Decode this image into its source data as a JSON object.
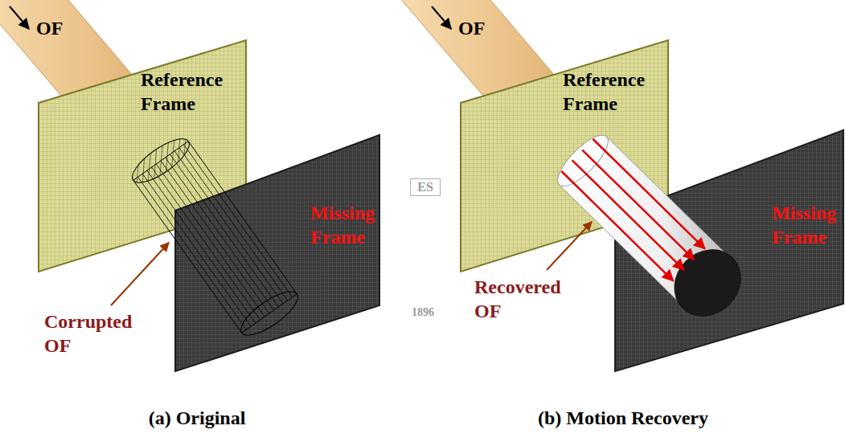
{
  "diagram": {
    "nodes": [
      {
        "text": [
          "Reference Frame"
        ]
      },
      {
        "text": [
          "Missing Frame"
        ]
      },
      {
        "text": [
          "Reference Frame"
        ]
      },
      {
        "text": [
          "Missing Frame"
        ]
      }
    ],
    "labels": [
      "OF",
      "Corrupted OF",
      "OF",
      "Recovered OF",
      "ES",
      "1896",
      "(a) Original",
      "(b) Motion Recovery"
    ]
  }
}
